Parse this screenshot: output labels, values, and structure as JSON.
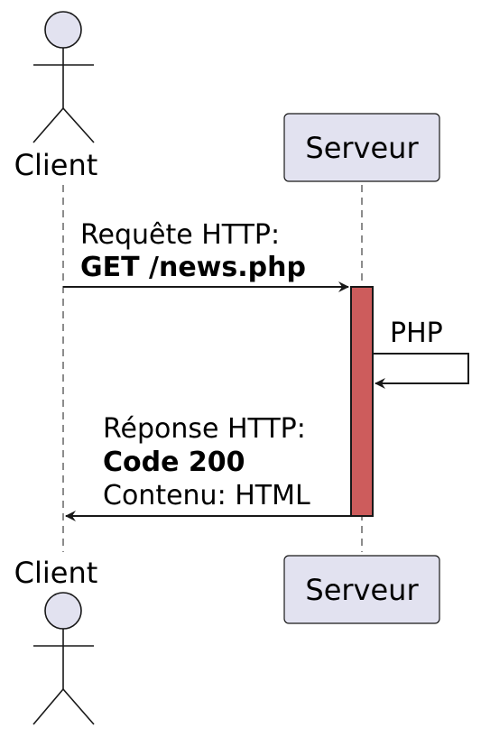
{
  "diagram": {
    "participants": {
      "client": {
        "name": "Client",
        "kind": "actor"
      },
      "server": {
        "name": "Serveur",
        "kind": "participant"
      }
    },
    "messages": [
      {
        "from": "Client",
        "to": "Serveur",
        "line1": "Requête HTTP:",
        "line2": "GET /news.php"
      },
      {
        "from": "Serveur",
        "to": "Serveur",
        "line1": "PHP"
      },
      {
        "from": "Serveur",
        "to": "Client",
        "line1": "Réponse HTTP:",
        "line2": "Code 200",
        "line3": "Contenu: HTML"
      }
    ],
    "colors": {
      "actor_fill": "#E2E2F0",
      "participant_fill": "#E2E2F0",
      "activation_fill": "#CD5C5C",
      "line": "#181818"
    }
  }
}
